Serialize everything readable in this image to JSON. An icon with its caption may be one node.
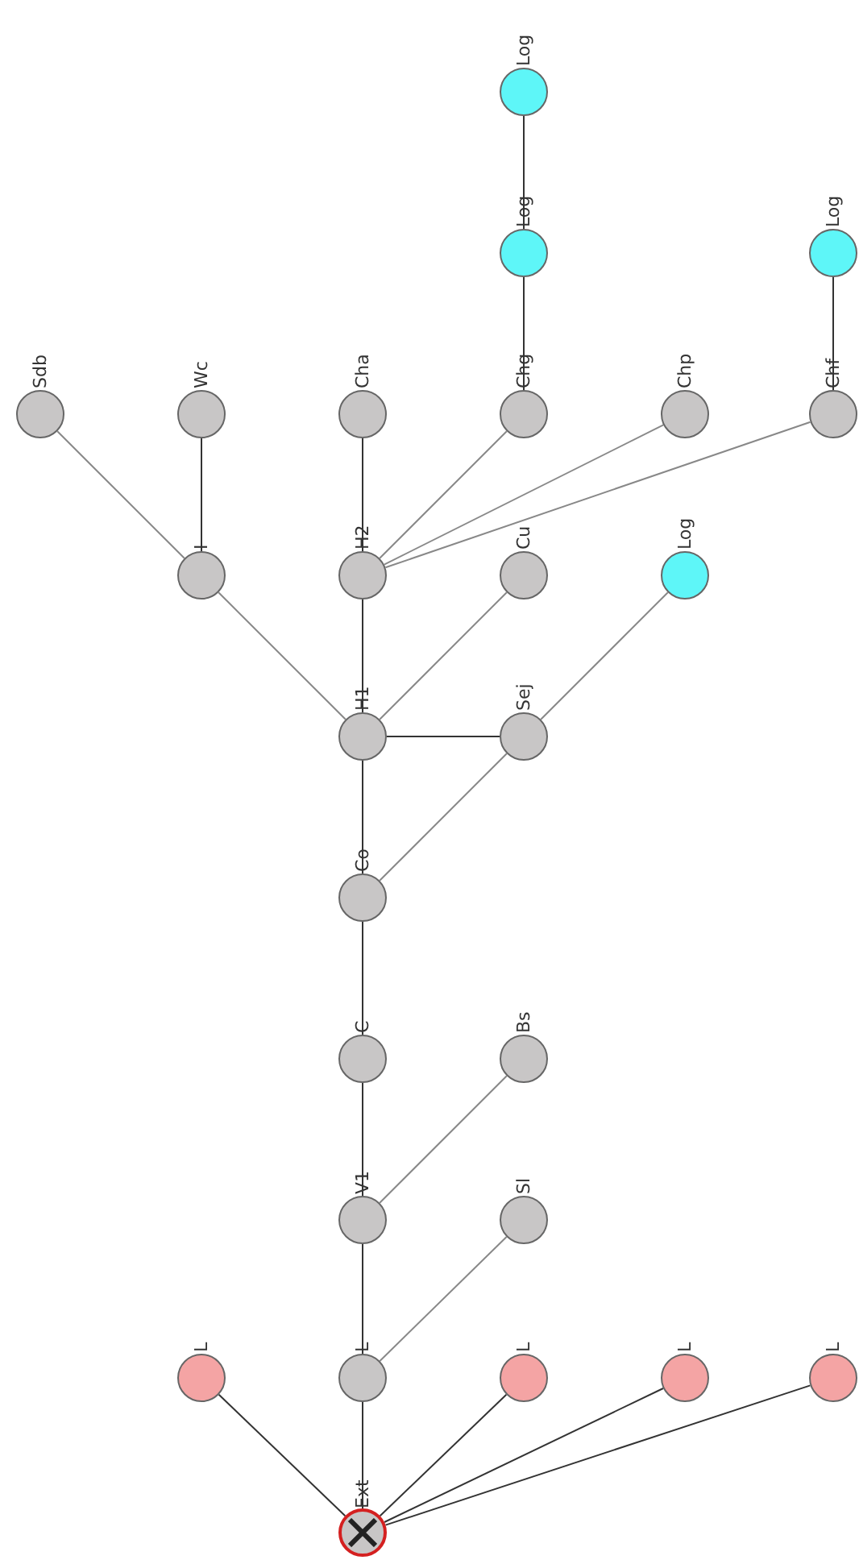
{
  "diagram": {
    "nodes": [
      {
        "text": [
          "Log"
        ]
      },
      {
        "text": [
          "Log"
        ]
      },
      {
        "text": [
          "Log"
        ]
      },
      {
        "text": [
          "Sdb"
        ]
      },
      {
        "text": [
          "Wc"
        ]
      },
      {
        "text": [
          "Cha"
        ]
      },
      {
        "text": [
          "Chg"
        ]
      },
      {
        "text": [
          "Chp"
        ]
      },
      {
        "text": [
          "Chf"
        ]
      },
      {
        "text": [
          "I"
        ]
      },
      {
        "text": [
          "H2"
        ]
      },
      {
        "text": [
          "Cu"
        ]
      },
      {
        "text": [
          "Log"
        ]
      },
      {
        "text": [
          "H1"
        ]
      },
      {
        "text": [
          "Sej"
        ]
      },
      {
        "text": [
          "Co"
        ]
      },
      {
        "text": [
          "C"
        ]
      },
      {
        "text": [
          "Bs"
        ]
      },
      {
        "text": [
          "V1"
        ]
      },
      {
        "text": [
          "Sl"
        ]
      },
      {
        "text": [
          "L"
        ]
      },
      {
        "text": [
          "L"
        ]
      },
      {
        "text": [
          "L"
        ]
      },
      {
        "text": [
          "L"
        ]
      },
      {
        "text": [
          "L"
        ]
      },
      {
        "text": [
          "Ext"
        ]
      }
    ],
    "edges": [
      {
        "from": 25,
        "to": 20,
        "arrow": "none"
      },
      {
        "from": 25,
        "to": 21,
        "arrow": "none"
      },
      {
        "from": 25,
        "to": 22,
        "arrow": "none"
      },
      {
        "from": 25,
        "to": 23,
        "arrow": "none"
      },
      {
        "from": 25,
        "to": 24,
        "arrow": "none"
      },
      {
        "from": 21,
        "to": 18,
        "arrow": "none"
      },
      {
        "from": 21,
        "to": 19,
        "arrow": "none",
        "color": "#888888"
      },
      {
        "from": 18,
        "to": 16,
        "arrow": "none"
      },
      {
        "from": 18,
        "to": 17,
        "arrow": "none",
        "color": "#888888"
      },
      {
        "from": 16,
        "to": 15,
        "arrow": "none"
      },
      {
        "from": 15,
        "to": 13,
        "arrow": "none"
      },
      {
        "from": 15,
        "to": 14,
        "arrow": "none",
        "color": "#888888"
      },
      {
        "from": 13,
        "to": 14,
        "arrow": "none"
      },
      {
        "from": 13,
        "to": 9,
        "arrow": "none",
        "color": "#888888"
      },
      {
        "from": 13,
        "to": 10,
        "arrow": "none"
      },
      {
        "from": 13,
        "to": 11,
        "arrow": "none",
        "color": "#888888"
      },
      {
        "from": 14,
        "to": 12,
        "arrow": "none",
        "color": "#888888"
      },
      {
        "from": 9,
        "to": 3,
        "arrow": "none",
        "color": "#888888"
      },
      {
        "from": 9,
        "to": 4,
        "arrow": "none"
      },
      {
        "from": 10,
        "to": 5,
        "arrow": "none"
      },
      {
        "from": 10,
        "to": 6,
        "arrow": "none",
        "color": "#888888"
      },
      {
        "from": 10,
        "to": 7,
        "arrow": "none",
        "color": "#888888"
      },
      {
        "from": 10,
        "to": 8,
        "arrow": "none",
        "color": "#888888"
      },
      {
        "from": 6,
        "to": 1,
        "arrow": "none"
      },
      {
        "from": 1,
        "to": 0,
        "arrow": "none"
      },
      {
        "from": 8,
        "to": 2,
        "arrow": "none"
      }
    ]
  }
}
